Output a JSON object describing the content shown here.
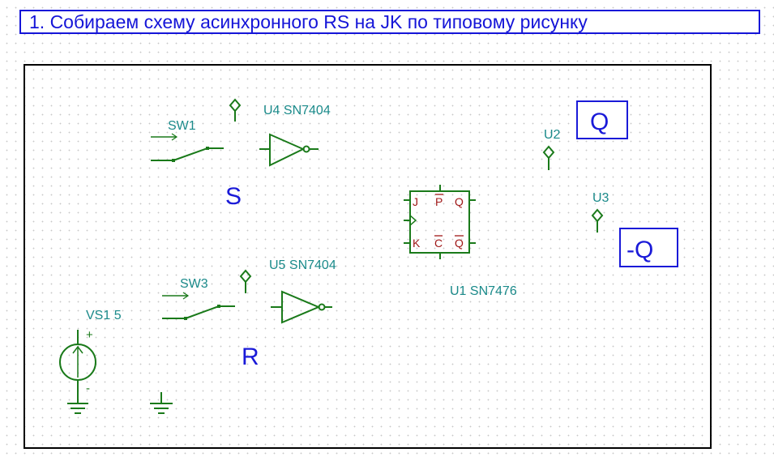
{
  "header": {
    "title": "1. Собираем схему асинхронного RS на JK по типовому рисунку"
  },
  "colors": {
    "wire": "#1a7a1a",
    "ref_text": "#1a8a8a",
    "big_text": "#1a1ad8",
    "pin_text": "#a01818",
    "frame": "#000000"
  },
  "components": {
    "sw1": {
      "ref": "SW1"
    },
    "sw3": {
      "ref": "SW3"
    },
    "u4": {
      "ref": "U4 SN7404"
    },
    "u5": {
      "ref": "U5 SN7404"
    },
    "u1": {
      "ref": "U1 SN7476",
      "pins": {
        "j": "J",
        "p": "P",
        "q": "Q",
        "k": "K",
        "c": "C",
        "qbar": "Q"
      }
    },
    "u2": {
      "ref": "U2"
    },
    "u3": {
      "ref": "U3"
    },
    "vs1": {
      "ref": "VS1 5",
      "plus": "+",
      "minus": "-"
    }
  },
  "labels": {
    "s": "S",
    "r": "R",
    "q": "Q",
    "not_q": "-Q"
  }
}
